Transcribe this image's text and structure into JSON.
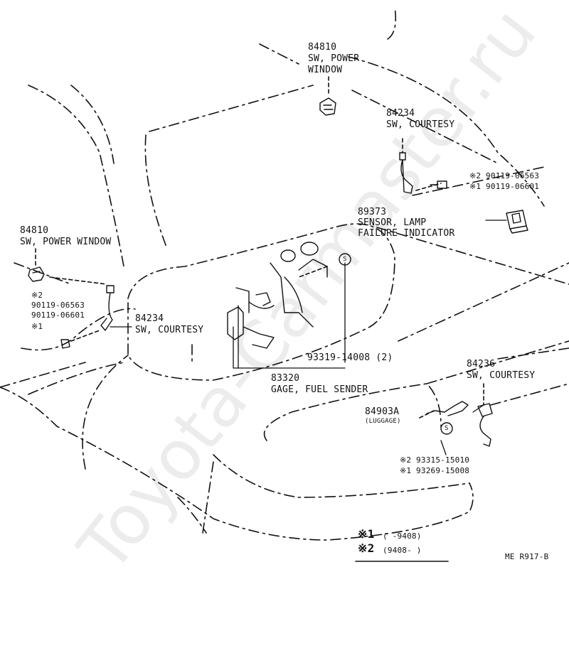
{
  "labels": {
    "top_pw_num": "84810",
    "top_pw_name1": "SW, POWER",
    "top_pw_name2": "WINDOW",
    "top_court_num": "84234",
    "top_court_name": "SW, COURTESY",
    "screw_r1": "※2 90119-06563",
    "screw_r2": "※1 90119-06601",
    "sensor_num": "89373",
    "sensor_name1": "SENSOR, LAMP",
    "sensor_name2": "FAILURE INDICATOR",
    "left_pw_num": "84810",
    "left_pw_name": "SW, POWER WINDOW",
    "left_screw1": "※2",
    "left_screw2": "90119-06563",
    "left_screw3": "90119-06601",
    "left_screw4": "※1",
    "left_court_num": "84234",
    "left_court_name": "SW, COURTESY",
    "gasket_num": "93319-14008 (2)",
    "gage_num": "83320",
    "gage_name": "GAGE, FUEL SENDER",
    "luggage_num": "84903A",
    "luggage_name": "(LUGGAGE)",
    "rear_court_num": "84236",
    "rear_court_name": "SW, COURTESY",
    "plug_r1": "※2 93315-15010",
    "plug_r2": "※1 93269-15008",
    "legend_m1": "※1",
    "legend_r1": "(      -9408)",
    "legend_m2": "※2",
    "legend_r2": "(9408-      )",
    "code": "ME R917-B",
    "s_symbol": "S"
  },
  "watermark": "Toyota-Carmaster.ru"
}
